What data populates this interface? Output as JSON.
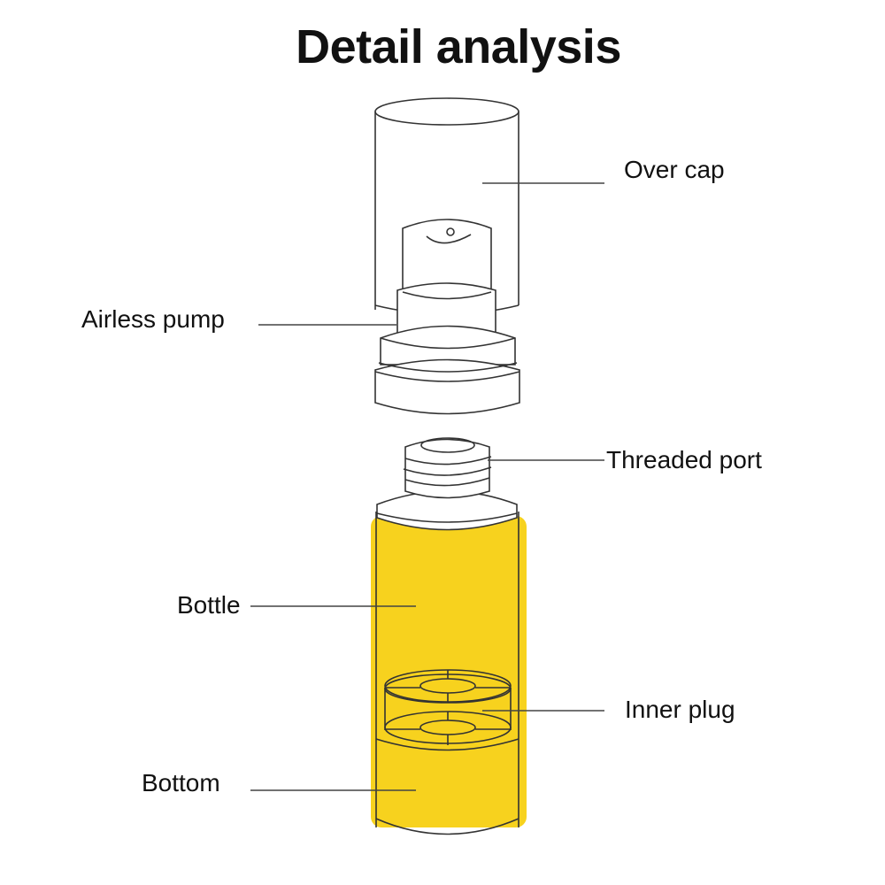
{
  "title": "Detail analysis",
  "labels": {
    "over_cap": "Over cap",
    "airless_pump": "Airless pump",
    "threaded_port": "Threaded port",
    "bottle": "Bottle",
    "inner_plug": "Inner plug",
    "bottom": "Bottom"
  },
  "colors": {
    "liquid": "#f7d21e",
    "line": "#333333"
  }
}
